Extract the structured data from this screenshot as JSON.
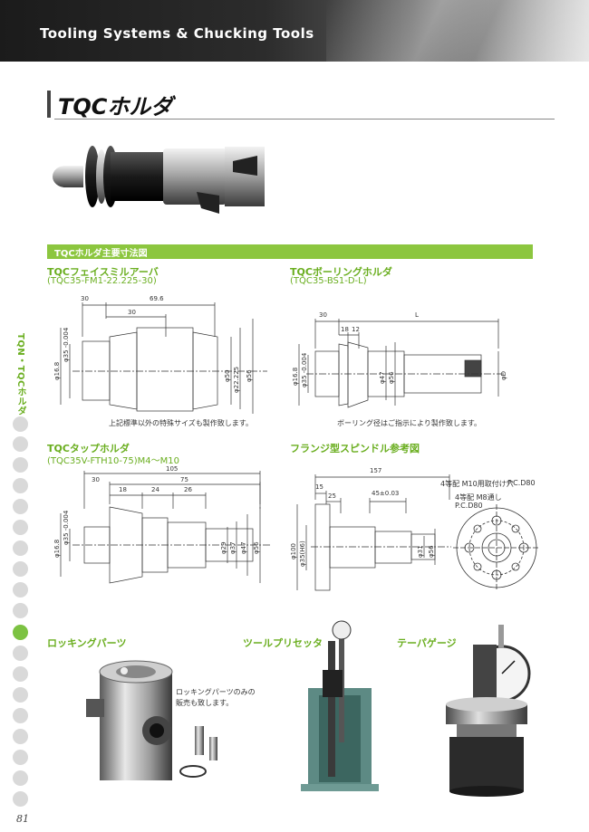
{
  "header": {
    "title": "Tooling Systems & Chucking Tools"
  },
  "page_title": "TQCホルダ",
  "section": {
    "label": "TQCホルダ主要寸法図"
  },
  "side": {
    "label": "TQN・TQCホルダ"
  },
  "face_mill": {
    "name": "TQCフェイスミルアーバ",
    "model": "(TQC35-FM1-22.225-30)",
    "note": "上記標準以外の特殊サイズも製作致します。",
    "dims": [
      "30",
      "69.6",
      "30",
      "φ35 -0.004",
      "φ16.8",
      "φ50",
      "φ22.225",
      "φ56"
    ]
  },
  "boring": {
    "name": "TQCボーリングホルダ",
    "model": "(TQC35-BS1-D-L)",
    "note": "ボーリング径はご指示により製作致します。",
    "dims": [
      "30",
      "L",
      "18",
      "12",
      "φ35 -0.004",
      "φ16.8",
      "φ47",
      "φ56",
      "φD"
    ]
  },
  "tap": {
    "name": "TQCタップホルダ",
    "model": "(TQC35V-FTH10-75)M4～M10",
    "dims": [
      "105",
      "30",
      "75",
      "18",
      "24",
      "26",
      "φ35 -0.004",
      "φ16.8",
      "φ29",
      "φ37",
      "φ47",
      "φ56"
    ]
  },
  "flange": {
    "name": "フランジ型スピンドル参考図",
    "dims": [
      "157",
      "15",
      "25",
      "45±0.03",
      "φ100",
      "φ35(H6)",
      "φ31",
      "φ56"
    ],
    "annotations": [
      "4等配 M10用取付け穴",
      "P.C.D80",
      "4等配 M8通し",
      "P.C.D80"
    ]
  },
  "products": {
    "locking": {
      "name": "ロッキングパーツ",
      "note_line1": "ロッキングパーツのみの",
      "note_line2": "販売も致します。"
    },
    "presetter": {
      "name": "ツールプリセッタ"
    },
    "taper": {
      "name": "テーパゲージ"
    }
  },
  "page_number": "81",
  "colors": {
    "accent": "#8cc63f",
    "heading": "#6aae1f",
    "dot_active": "#7cc242",
    "dot": "#d9d9d9"
  }
}
